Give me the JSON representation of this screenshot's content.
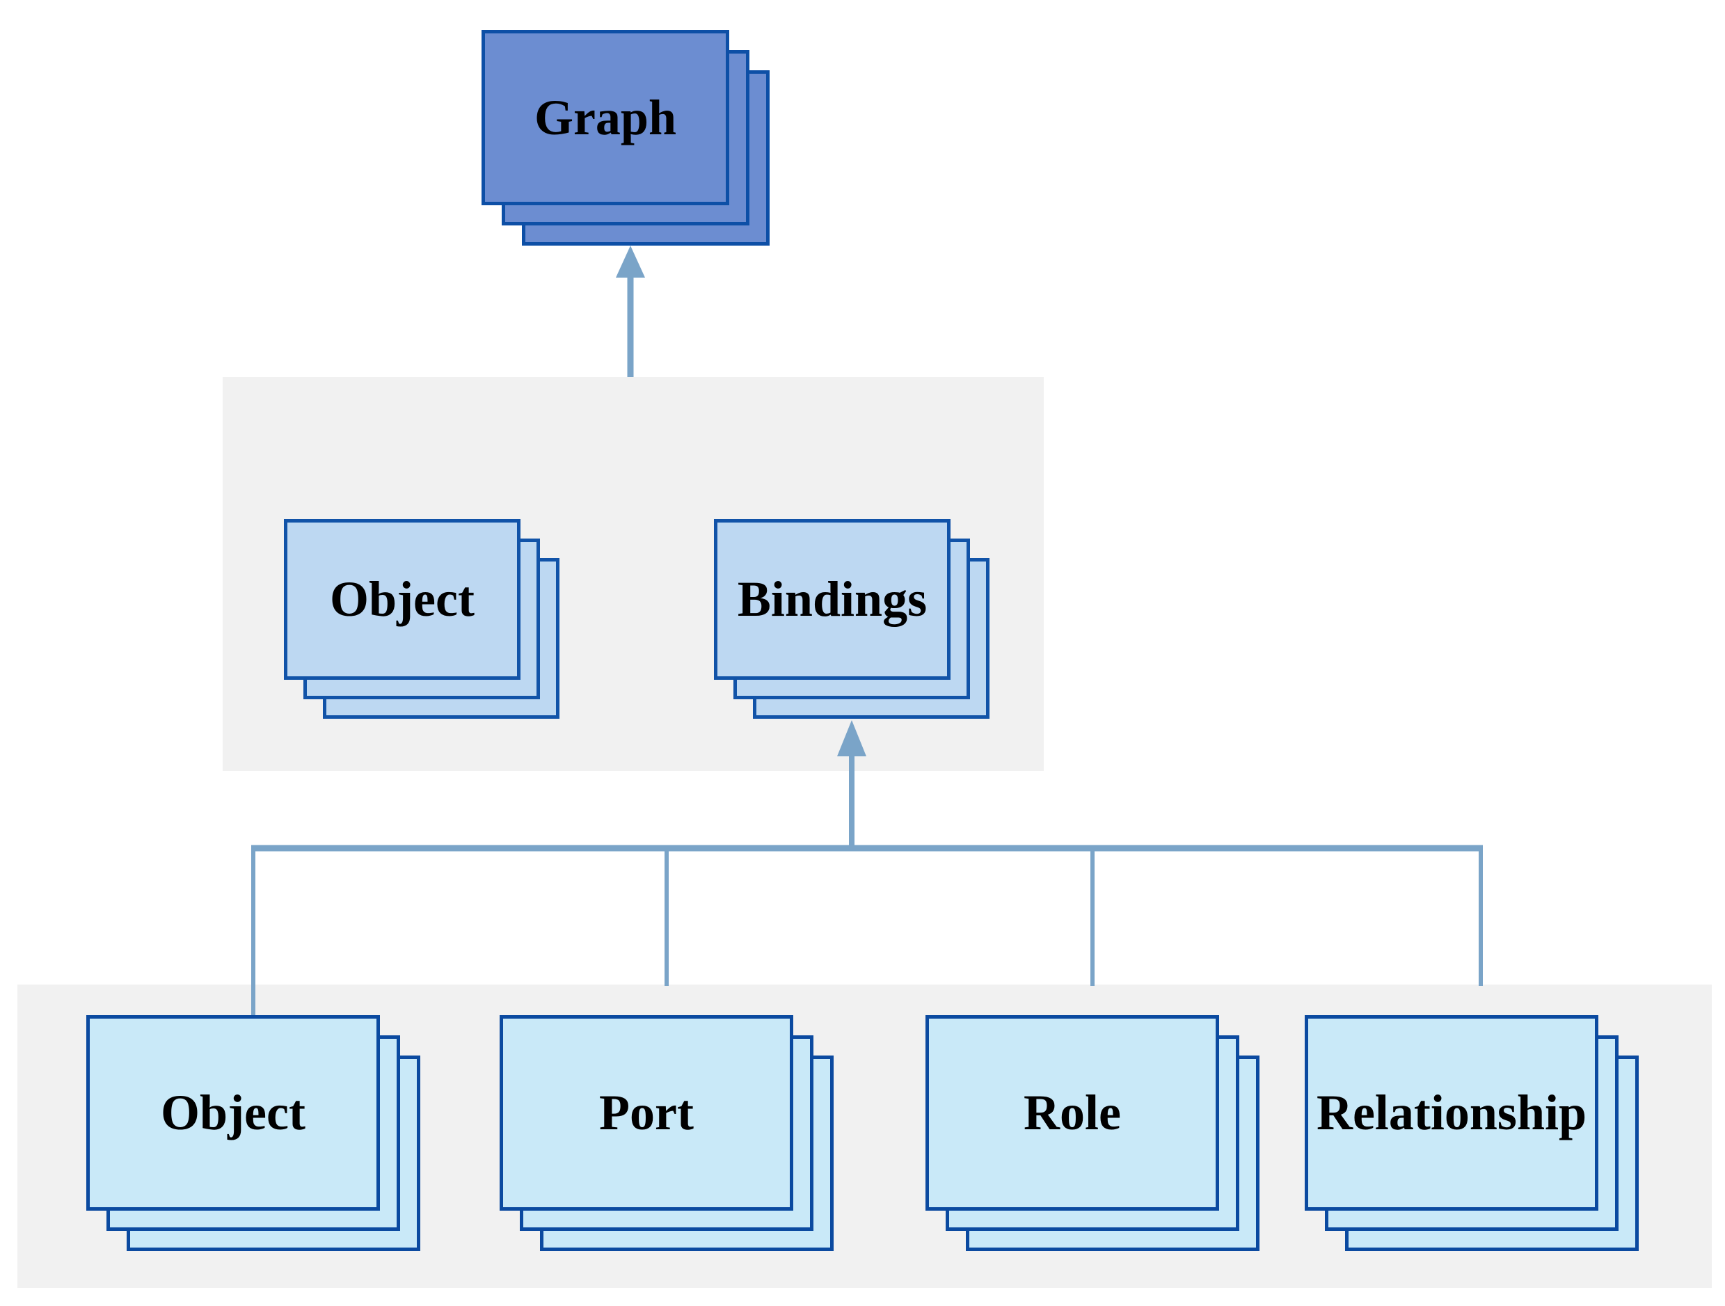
{
  "diagram": {
    "title": "",
    "nodes": {
      "graph": {
        "label": "Graph"
      },
      "object_mid": {
        "label": "Object"
      },
      "bindings": {
        "label": "Bindings"
      },
      "object_bottom": {
        "label": "Object"
      },
      "port": {
        "label": "Port"
      },
      "role": {
        "label": "Role"
      },
      "relationship": {
        "label": "Relationship"
      }
    },
    "edges": [
      {
        "from": "middle-group",
        "to": "graph",
        "style": "arrow-up"
      },
      {
        "from": "bottom-bus",
        "to": "bindings",
        "style": "arrow-up"
      },
      {
        "from": "object-bottom-stack",
        "to": "bottom-bus",
        "style": "line"
      },
      {
        "from": "port-stack",
        "to": "bottom-bus",
        "style": "line"
      },
      {
        "from": "role-stack",
        "to": "bottom-bus",
        "style": "line"
      },
      {
        "from": "relationship-stack",
        "to": "bottom-bus",
        "style": "line"
      }
    ]
  },
  "colors": {
    "page_bg": "#ffffff",
    "region_bg": "#f1f1f1",
    "graph_fill": "#6c8dd1",
    "graph_border": "#0d4fa6",
    "mid_fill": "#bdd8f2",
    "mid_border": "#1153a8",
    "bottom_fill": "#c9e9f8",
    "bottom_border": "#0b4aa0",
    "connector": "#7aa4c8",
    "label_color": "#000000"
  }
}
